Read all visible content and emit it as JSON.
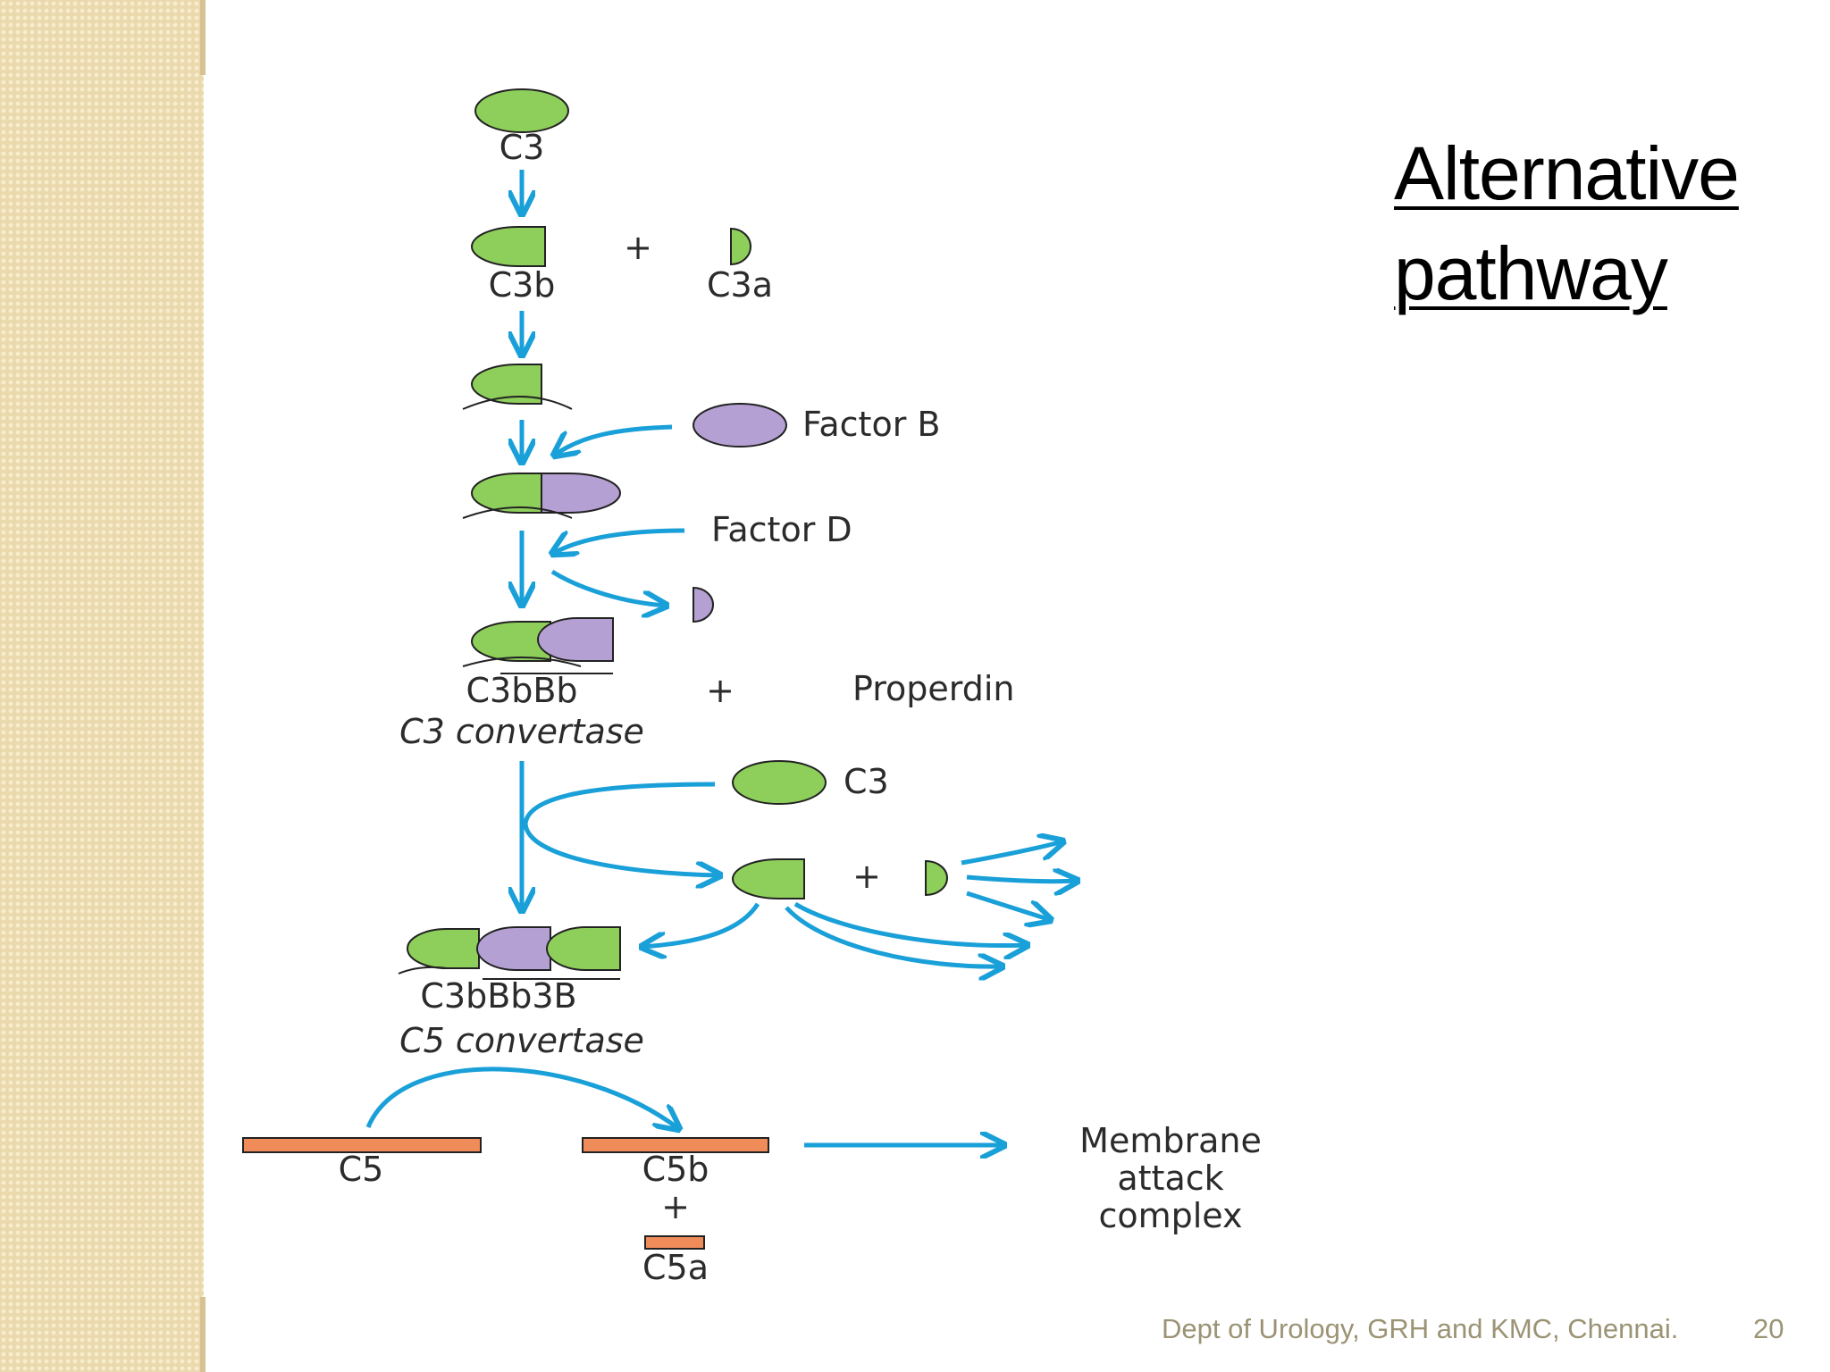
{
  "title": {
    "line1": "Alternative",
    "line2": "pathway"
  },
  "footer": {
    "text": "Dept of Urology, GRH and KMC, Chennai.",
    "page": "20"
  },
  "labels": {
    "c3_top": "C3",
    "c3b": "C3b",
    "plus1": "+",
    "c3a": "C3a",
    "factor_b": "Factor B",
    "factor_d": "Factor D",
    "c3bbb": "C3bBb",
    "plus2": "+",
    "properdin": "Properdin",
    "c3_convertase": "C3 convertase",
    "c3_mid": "C3",
    "plus3": "+",
    "c3bbb3b": "C3bBb3B",
    "c5_convertase": "C5 convertase",
    "c5": "C5",
    "c5b": "C5b",
    "plus4": "+",
    "c5a": "C5a",
    "mac1": "Membrane",
    "mac2": "attack",
    "mac3": "complex"
  },
  "colors": {
    "c3": "#8ecf5b",
    "factorB": "#b5a0d3",
    "c5": "#f08c5a",
    "arrow": "#1aa0d8"
  }
}
